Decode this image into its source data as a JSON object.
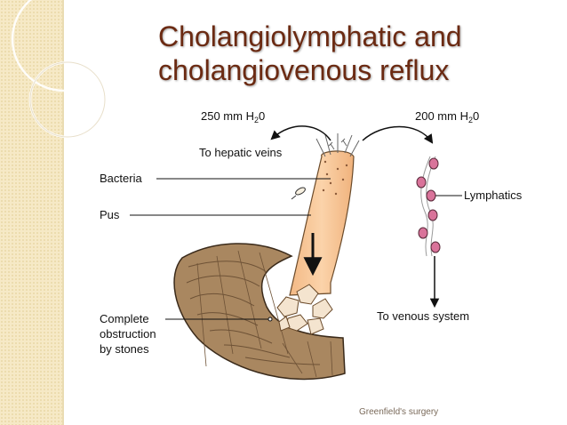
{
  "slide": {
    "title_line1": "Cholangiolymphatic and",
    "title_line2": "cholangiovenous reflux",
    "credit": "Greenfield's surgery"
  },
  "diagram": {
    "pressure_left": "250 mm H",
    "pressure_right": "200 mm H",
    "pressure_subscript": "2",
    "pressure_suffix": "0",
    "hepatic": "To hepatic veins",
    "bacteria": "Bacteria",
    "pus": "Pus",
    "lymphatics": "Lymphatics",
    "venous": "To venous system",
    "obstruction_line1": "Complete",
    "obstruction_line2": "obstruction",
    "obstruction_line3": "by stones"
  },
  "colors": {
    "title": "#6b2a12",
    "duct_fill": "#f7c89a",
    "duodenum": "#a07f5a",
    "lymph_node": "#d9739a"
  }
}
